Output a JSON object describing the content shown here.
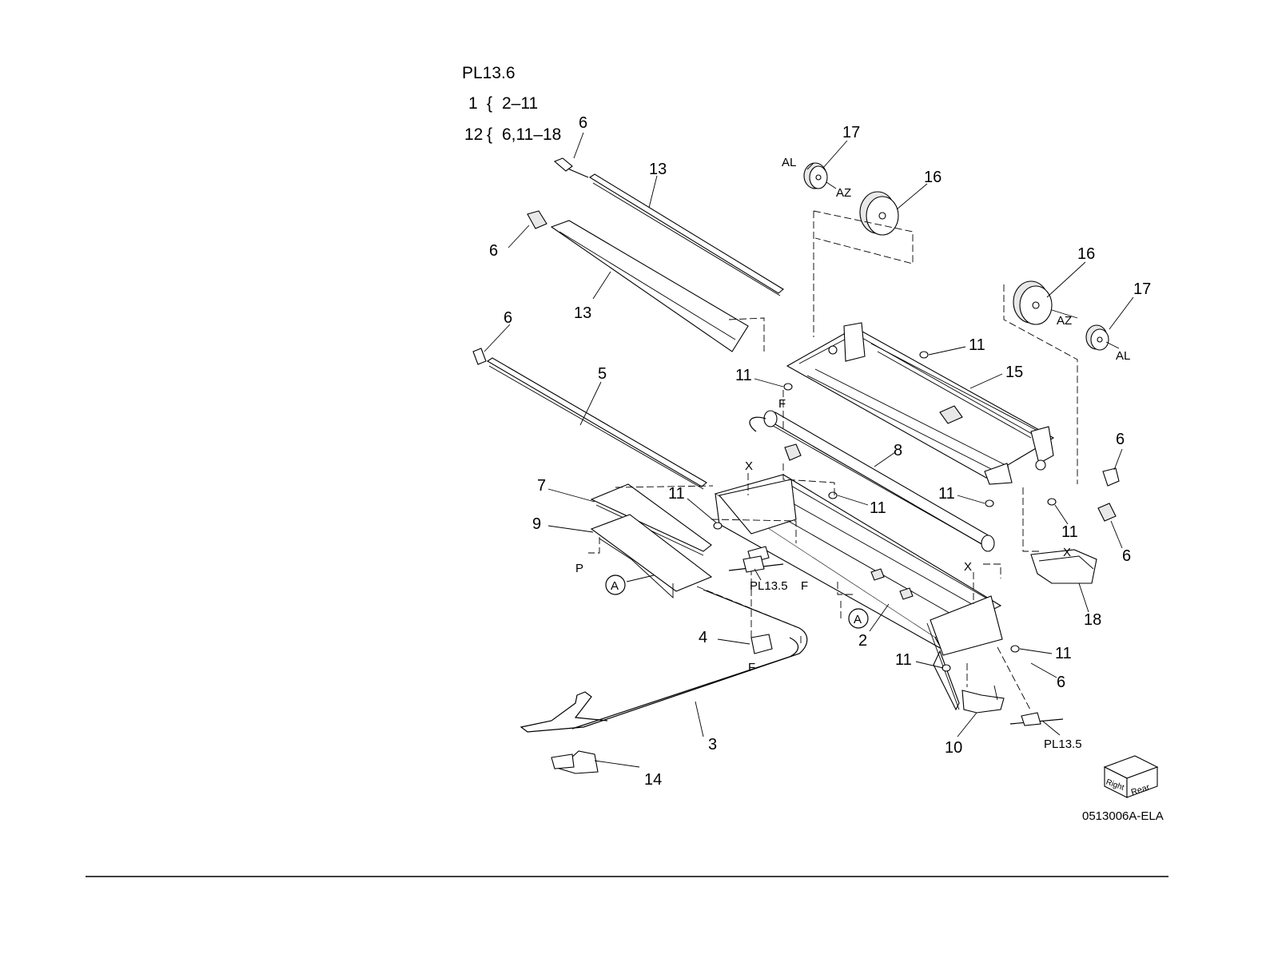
{
  "header": {
    "plate": "PL13.6",
    "assembly_1_num": "1",
    "assembly_1_range": "2–11",
    "assembly_2_num": "12",
    "assembly_2_range": "6,11–18"
  },
  "labels": {
    "p1": "1",
    "p2": "2",
    "p3": "3",
    "p4": "4",
    "p5": "5",
    "p6": "6",
    "p7": "7",
    "p8": "8",
    "p9": "9",
    "p10": "10",
    "p11": "11",
    "p13": "13",
    "p14": "14",
    "p15": "15",
    "p16": "16",
    "p17": "17",
    "p18": "18",
    "al": "AL",
    "az": "AZ",
    "x": "X",
    "f": "F",
    "p": "P",
    "a": "A",
    "pl135": "PL13.5"
  },
  "orientation": {
    "right": "Right",
    "rear": "Rear"
  },
  "figure_code": "0513006A-ELA",
  "icons": [
    "circle-a-icon",
    "orientation-cube-icon"
  ]
}
